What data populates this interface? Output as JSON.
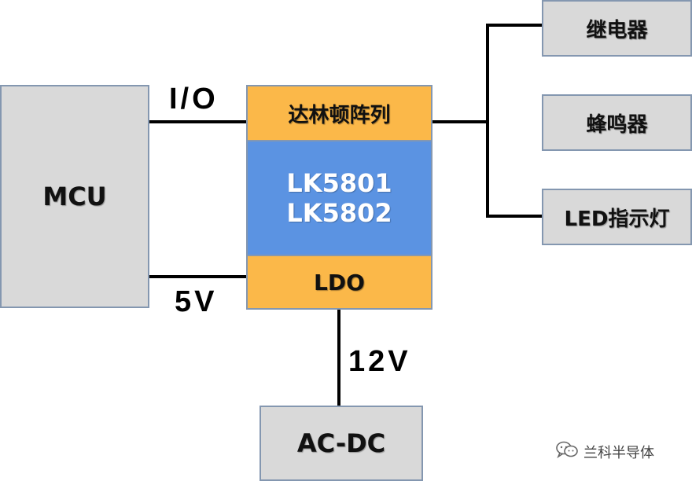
{
  "diagram": {
    "mcu": "MCU",
    "darlington": "达林顿阵列",
    "chip": [
      "LK5801",
      "LK5802"
    ],
    "ldo": "LDO",
    "acdc": "AC-DC",
    "outputs": [
      "继电器",
      "蜂鸣器",
      "LED指示灯"
    ],
    "signals": {
      "io": "I/O",
      "v5": "5V",
      "v12": "12V"
    }
  },
  "watermark": "兰科半导体",
  "colors": {
    "gray_box": "#d9d9d9",
    "orange_box": "#fbb849",
    "blue_box": "#5b93e2",
    "border": "#8497b0"
  }
}
